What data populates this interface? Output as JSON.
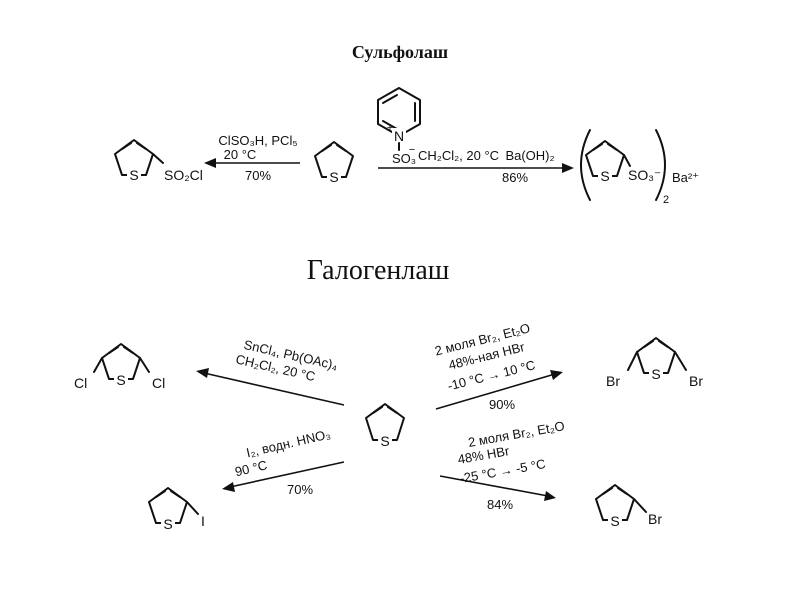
{
  "sections": {
    "sulfonation_title": "Сульфолаш",
    "halogenation_title": "Галогенлаш"
  },
  "atoms": {
    "S": "S",
    "N": "N",
    "Cl": "Cl",
    "Br": "Br",
    "I": "I",
    "plus": "+",
    "minus": "−",
    "SO2Cl": "SO₂Cl",
    "SO3minus": "SO₃⁻",
    "SO3": "SO₃",
    "Ba": "Ba²⁺",
    "subscript_2": "2"
  },
  "sulfonation": {
    "left": {
      "line1": "ClSO₃H, PCl₅",
      "line2": "20 °C",
      "yield": "70%"
    },
    "right": {
      "reagent_line": "CH₂Cl₂, 20 °C",
      "reagent2": "Ba(OH)₂",
      "yield": "86%"
    }
  },
  "halogenation": {
    "dichloro": {
      "line1": "SnCl₄, Pb(OAc)₄",
      "line2": "CH₂Cl₂, 20 °C"
    },
    "iodo": {
      "line1": "I₂, водн. HNO₃",
      "line2": "90 °C",
      "yield": "70%"
    },
    "dibromo": {
      "line1": "2 моля Br₂, Et₂O",
      "line2": "48%-ная HBr",
      "line3": "-10 °C → 10 °C",
      "yield": "90%"
    },
    "monobromo": {
      "line1": "2 моля Br₂, Et₂O",
      "line2": "48% HBr",
      "line3": "-25 °C → -5 °C",
      "yield": "84%"
    }
  }
}
